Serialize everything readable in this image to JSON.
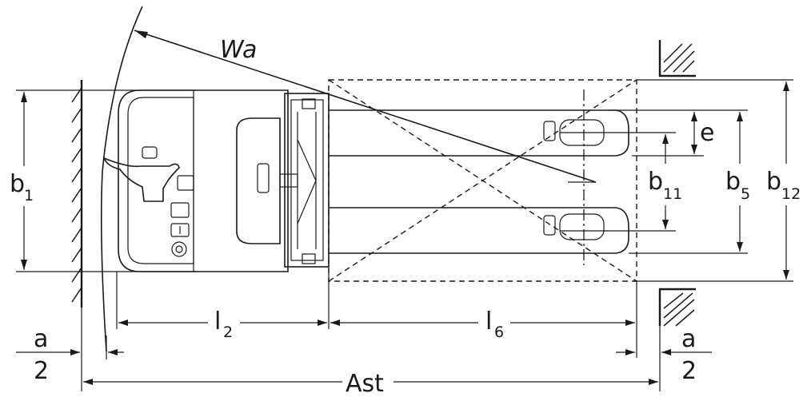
{
  "labels": {
    "wa": "Wa",
    "e": "e",
    "b1_main": "b",
    "b1_sub": "1",
    "b11_main": "b",
    "b11_sub": "11",
    "b5_main": "b",
    "b5_sub": "5",
    "b12_main": "b",
    "b12_sub": "12",
    "l2_main": "l",
    "l2_sub": "2",
    "l6_main": "l",
    "l6_sub": "6",
    "a_left_num": "a",
    "a_left_den": "2",
    "a_right_num": "a",
    "a_right_den": "2",
    "ast": "Ast"
  }
}
